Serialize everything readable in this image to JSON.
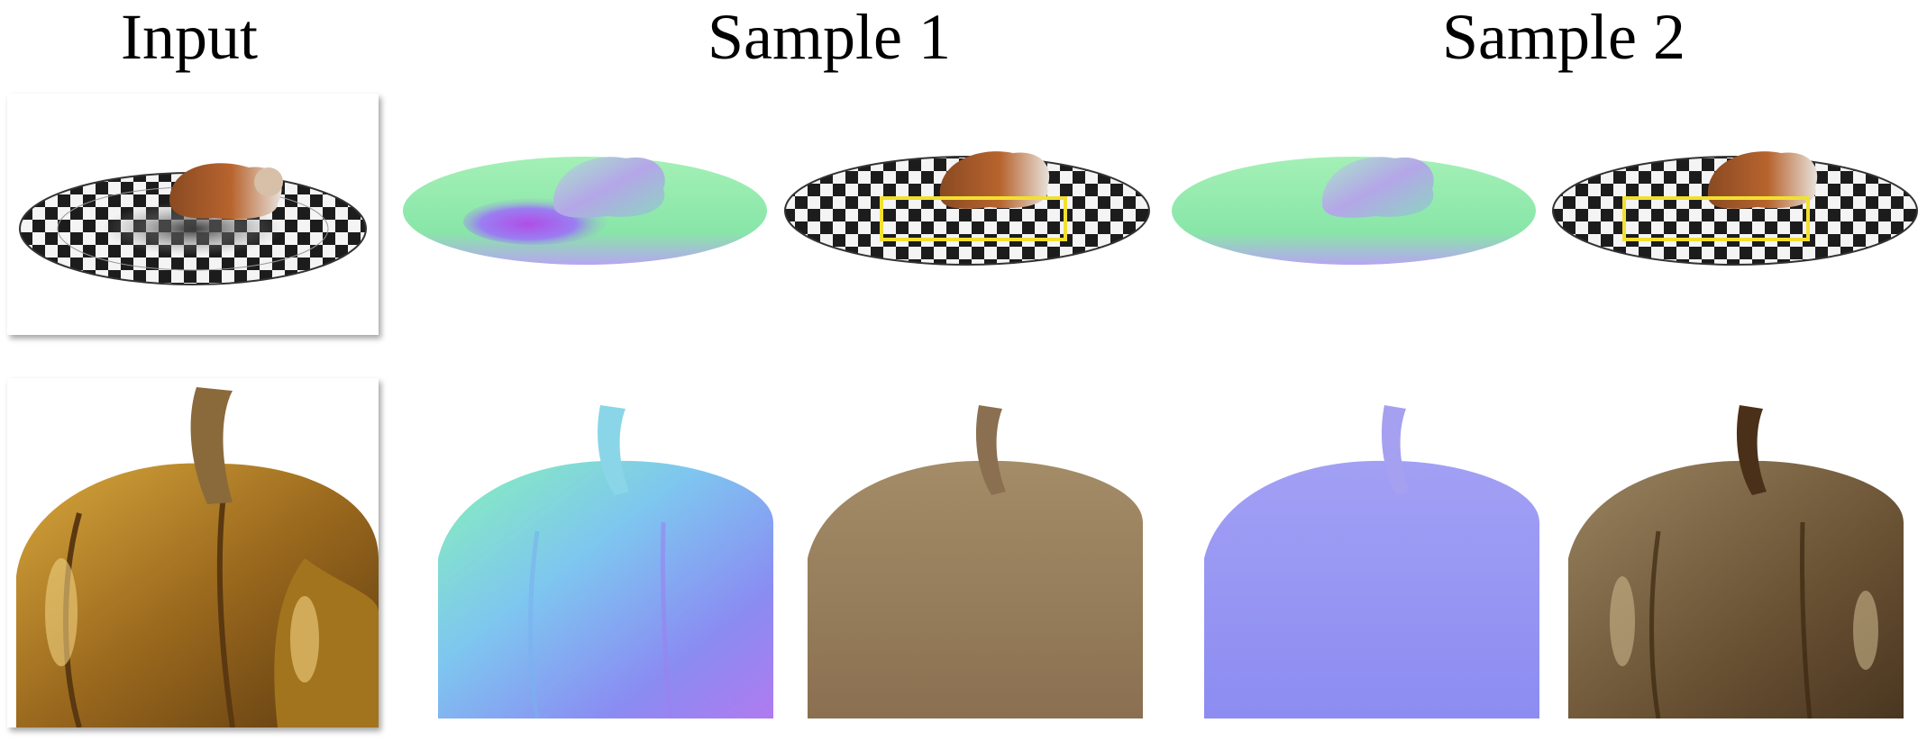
{
  "columns": {
    "input": "Input",
    "sample1": "Sample 1",
    "sample2": "Sample 2"
  },
  "rows": [
    {
      "subject": "cat",
      "panels": [
        "input-photo",
        "sample1-normal-map",
        "sample1-albedo",
        "sample2-normal-map",
        "sample2-albedo"
      ]
    },
    {
      "subject": "pumpkin",
      "panels": [
        "input-painting",
        "sample1-normal-map",
        "sample1-albedo",
        "sample2-normal-map",
        "sample2-albedo"
      ]
    }
  ],
  "colors": {
    "highlight_box": "#f2e030",
    "normal_green": "#8fe6a6",
    "normal_blue": "#8c8cf2",
    "albedo_tan": "#9c8462",
    "pumpkin_gold": "#b8842c"
  }
}
